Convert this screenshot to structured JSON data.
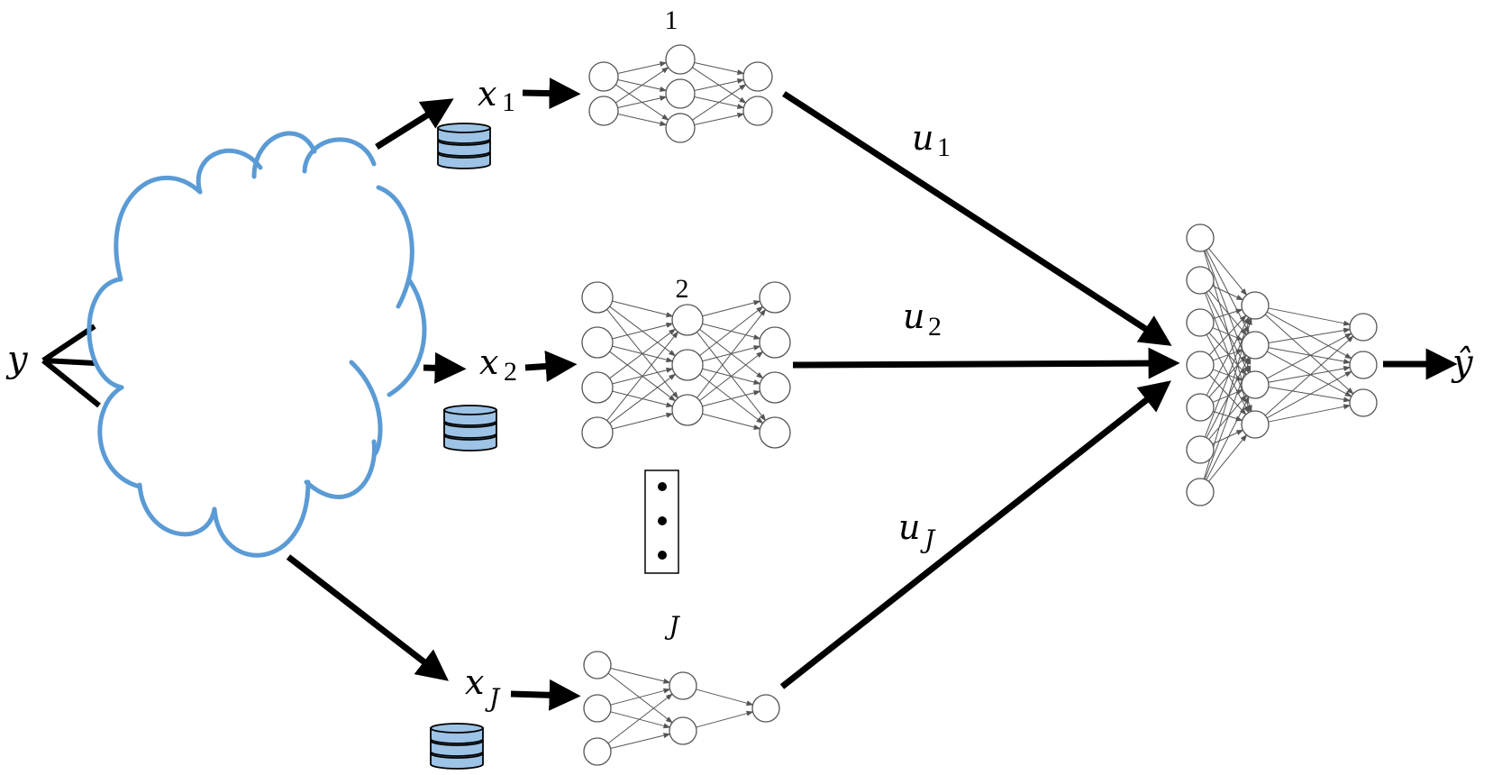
{
  "colors": {
    "cloud": "#5b9bd5",
    "database": "#9dc3e6",
    "ink": "#000000",
    "node_stroke": "#555555"
  },
  "labels": {
    "input": "y",
    "output": "ŷ",
    "x1": "x",
    "x1_sub": "1",
    "x2": "x",
    "x2_sub": "2",
    "xJ": "x",
    "xJ_sub": "J",
    "u1": "u",
    "u1_sub": "1",
    "u2": "u",
    "u2_sub": "2",
    "uJ": "u",
    "uJ_sub": "J",
    "net1": "1",
    "net2": "2",
    "netJ": "J"
  },
  "icons": {
    "cloud": "cloud-shape",
    "database": "database-icon",
    "ellipsis": "vertical-ellipsis-box"
  },
  "networks": {
    "net1": {
      "layers": [
        2,
        3,
        2
      ]
    },
    "net2": {
      "layers": [
        4,
        3,
        4
      ]
    },
    "netJ": {
      "layers": [
        3,
        2,
        1
      ]
    },
    "fusion": {
      "layers": [
        7,
        4,
        3
      ]
    }
  }
}
